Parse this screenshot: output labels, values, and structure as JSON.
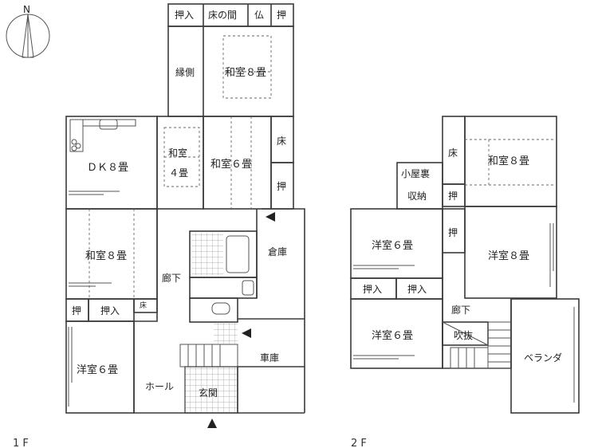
{
  "compass": {
    "north_label": "N",
    "icon": "compass-icon"
  },
  "floor1": {
    "label": "1 F",
    "rooms": {
      "oshiire_top": "押入",
      "tokonoma_top": "床の間",
      "butsuma": "仏",
      "oshi_top": "押",
      "engawa": "縁側",
      "washitsu8_top": "和室８畳",
      "dk": "ＤＫ８畳",
      "washitsu4_a": "和室",
      "washitsu4_b": "４畳",
      "washitsu6": "和室６畳",
      "toko_mid": "床",
      "oshi_mid": "押",
      "washitsu8_mid": "和室８畳",
      "soko": "倉庫",
      "roka": "廊下",
      "oshi_low": "押",
      "oshiire_low": "押入",
      "toko_small": "床",
      "yoshitsu6": "洋室６畳",
      "hall": "ホール",
      "genkan": "玄関",
      "shako": "車庫"
    }
  },
  "floor2": {
    "label": "2 F",
    "rooms": {
      "koyaura_a": "小屋裏",
      "koyaura_b": "収納",
      "toko": "床",
      "oshi_a": "押",
      "washitsu8": "和室８畳",
      "yoshitsu6_a": "洋室６畳",
      "oshi_b": "押",
      "yoshitsu8": "洋室８畳",
      "oshiire_a": "押入",
      "oshiire_b": "押入",
      "roka": "廊下",
      "yoshitsu6_b": "洋室６畳",
      "fukinuke": "吹抜",
      "veranda": "ベランダ"
    }
  }
}
